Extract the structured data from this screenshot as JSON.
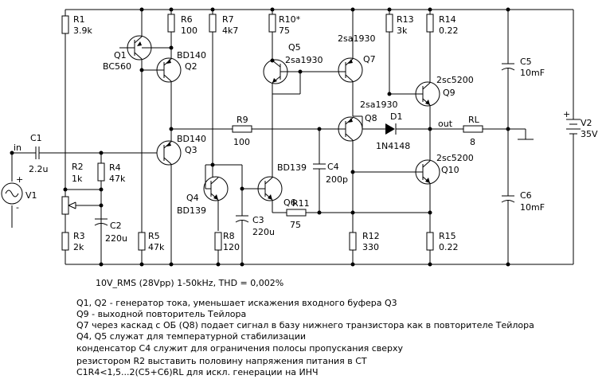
{
  "components": {
    "R1": {
      "name": "R1",
      "value": "3.9k"
    },
    "R2": {
      "name": "R2",
      "value": "1k"
    },
    "R3": {
      "name": "R3",
      "value": "2k"
    },
    "R4": {
      "name": "R4",
      "value": "47k"
    },
    "R5": {
      "name": "R5",
      "value": "47k"
    },
    "R6": {
      "name": "R6",
      "value": "100"
    },
    "R7": {
      "name": "R7",
      "value": "4k7"
    },
    "R8": {
      "name": "R8",
      "value": "120"
    },
    "R9": {
      "name": "R9",
      "value": "100"
    },
    "R10": {
      "name": "R10*",
      "value": "75"
    },
    "R11": {
      "name": "R11",
      "value": "75"
    },
    "R12": {
      "name": "R12",
      "value": "330"
    },
    "R13": {
      "name": "R13",
      "value": "3k"
    },
    "R14": {
      "name": "R14",
      "value": "0.22"
    },
    "R15": {
      "name": "R15",
      "value": "0.22"
    },
    "RL": {
      "name": "RL",
      "value": "8"
    },
    "C1": {
      "name": "C1",
      "value": "2.2u"
    },
    "C2": {
      "name": "C2",
      "value": "220u"
    },
    "C3": {
      "name": "C3",
      "value": "220u"
    },
    "C4": {
      "name": "C4",
      "value": "200p"
    },
    "C5": {
      "name": "C5",
      "value": "10mF"
    },
    "C6": {
      "name": "C6",
      "value": "10mF"
    },
    "Q1": {
      "name": "Q1",
      "value": "BC560"
    },
    "Q2": {
      "name": "Q2",
      "value": "BD140"
    },
    "Q3": {
      "name": "Q3",
      "value": "BD140"
    },
    "Q4": {
      "name": "Q4",
      "value": "BD139"
    },
    "Q5": {
      "name": "Q5",
      "value": "2sa1930"
    },
    "Q6": {
      "name": "Q6",
      "value": "BD139"
    },
    "Q7": {
      "name": "Q7",
      "value": "2sa1930"
    },
    "Q8": {
      "name": "Q8",
      "value": "2sa1930"
    },
    "Q9": {
      "name": "Q9",
      "value": "2sc5200"
    },
    "Q10": {
      "name": "Q10",
      "value": "2sc5200"
    },
    "D1": {
      "name": "D1",
      "value": "1N4148"
    },
    "V1": {
      "name": "V1"
    },
    "V2": {
      "name": "V2",
      "value": "35V"
    }
  },
  "nets": {
    "in": "in",
    "out": "out"
  },
  "notes": [
    "10V_RMS (28Vpp) 1-50kHz, THD = 0,002%",
    "Q1, Q2 - генератор тока, уменьшает искажения входного буфера Q3",
    "Q9 - выходной повторитель Тейлора",
    "Q7 через каскад с ОБ (Q8) подает сигнал в базу нижнего транзистора как в повторителе Тейлора",
    "Q4, Q5 служат для температурной стабилизации",
    "конденсатор С4 служит для ограничения полосы пропускания сверху",
    "резистором R2 выставить половину напряжения питания в СТ",
    "C1R4<1,5...2(C5+C6)RL для искл. генерации на ИНЧ"
  ]
}
